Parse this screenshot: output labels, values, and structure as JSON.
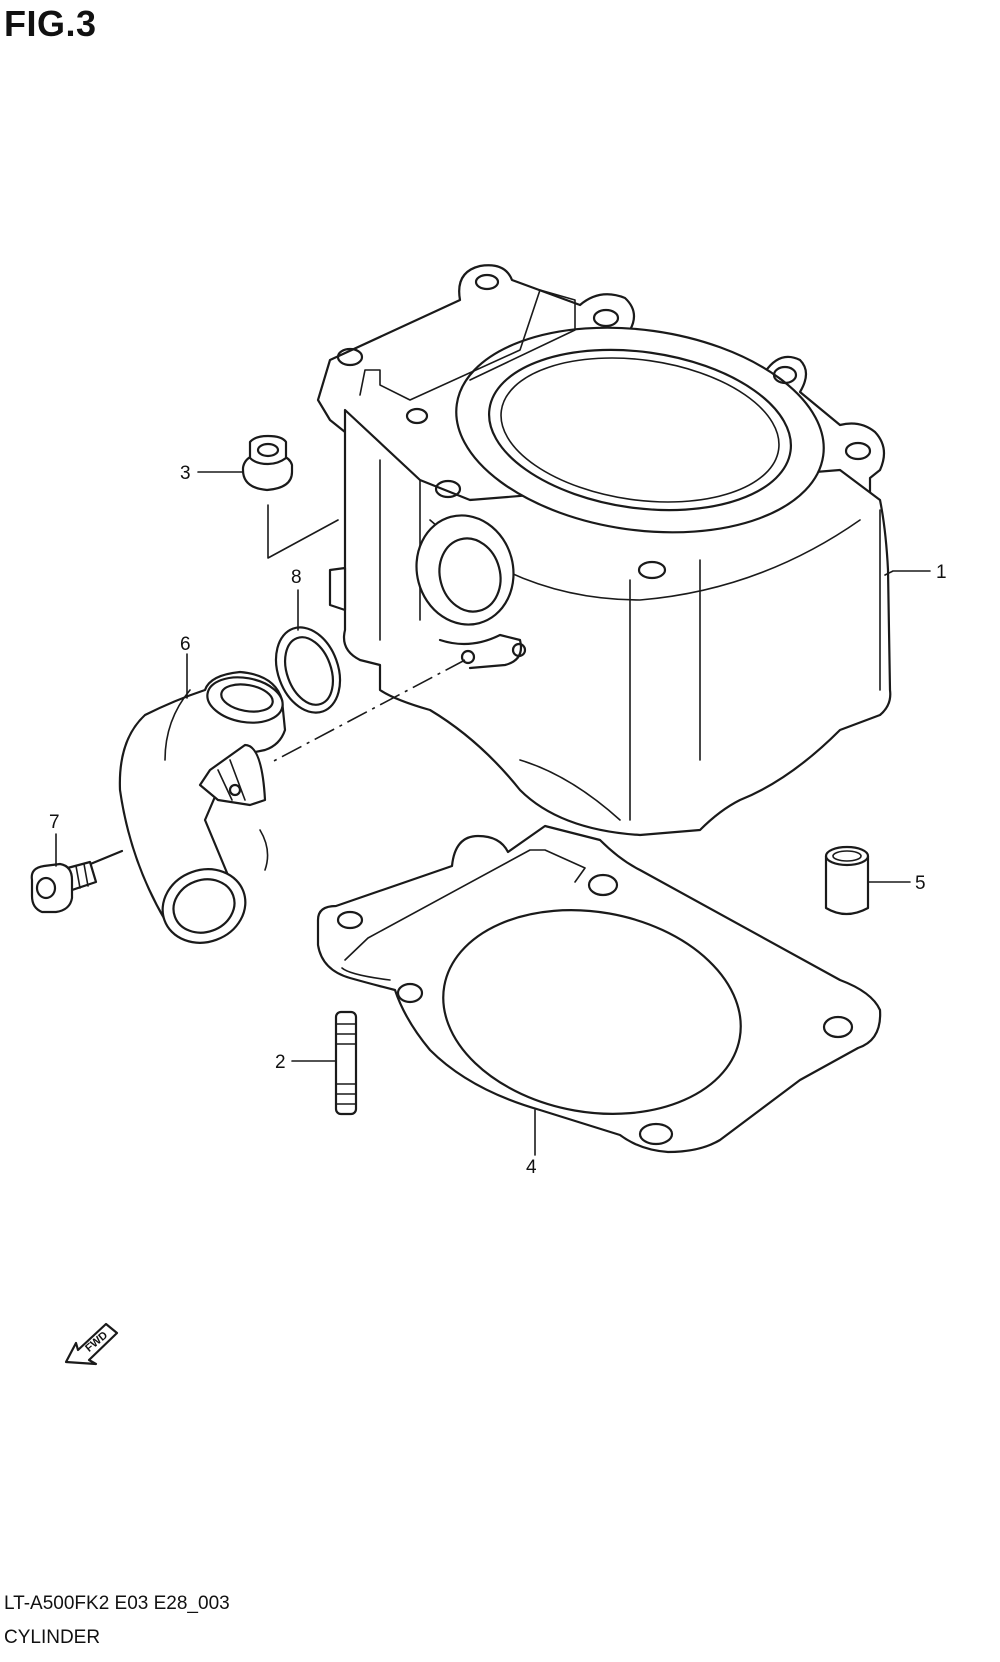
{
  "figure": {
    "title": "FIG.3"
  },
  "footer": {
    "code": "LT-A500FK2 E03 E28_003",
    "name": "CYLINDER"
  },
  "fwd_arrow": {
    "label": "FWD"
  },
  "callouts": [
    {
      "id": "1",
      "label": "1",
      "part": "cylinder"
    },
    {
      "id": "2",
      "label": "2",
      "part": "stud"
    },
    {
      "id": "3",
      "label": "3",
      "part": "nut"
    },
    {
      "id": "4",
      "label": "4",
      "part": "gasket"
    },
    {
      "id": "5",
      "label": "5",
      "part": "dowel-pin"
    },
    {
      "id": "6",
      "label": "6",
      "part": "water-inlet-pipe"
    },
    {
      "id": "7",
      "label": "7",
      "part": "bolt"
    },
    {
      "id": "8",
      "label": "8",
      "part": "o-ring"
    }
  ]
}
